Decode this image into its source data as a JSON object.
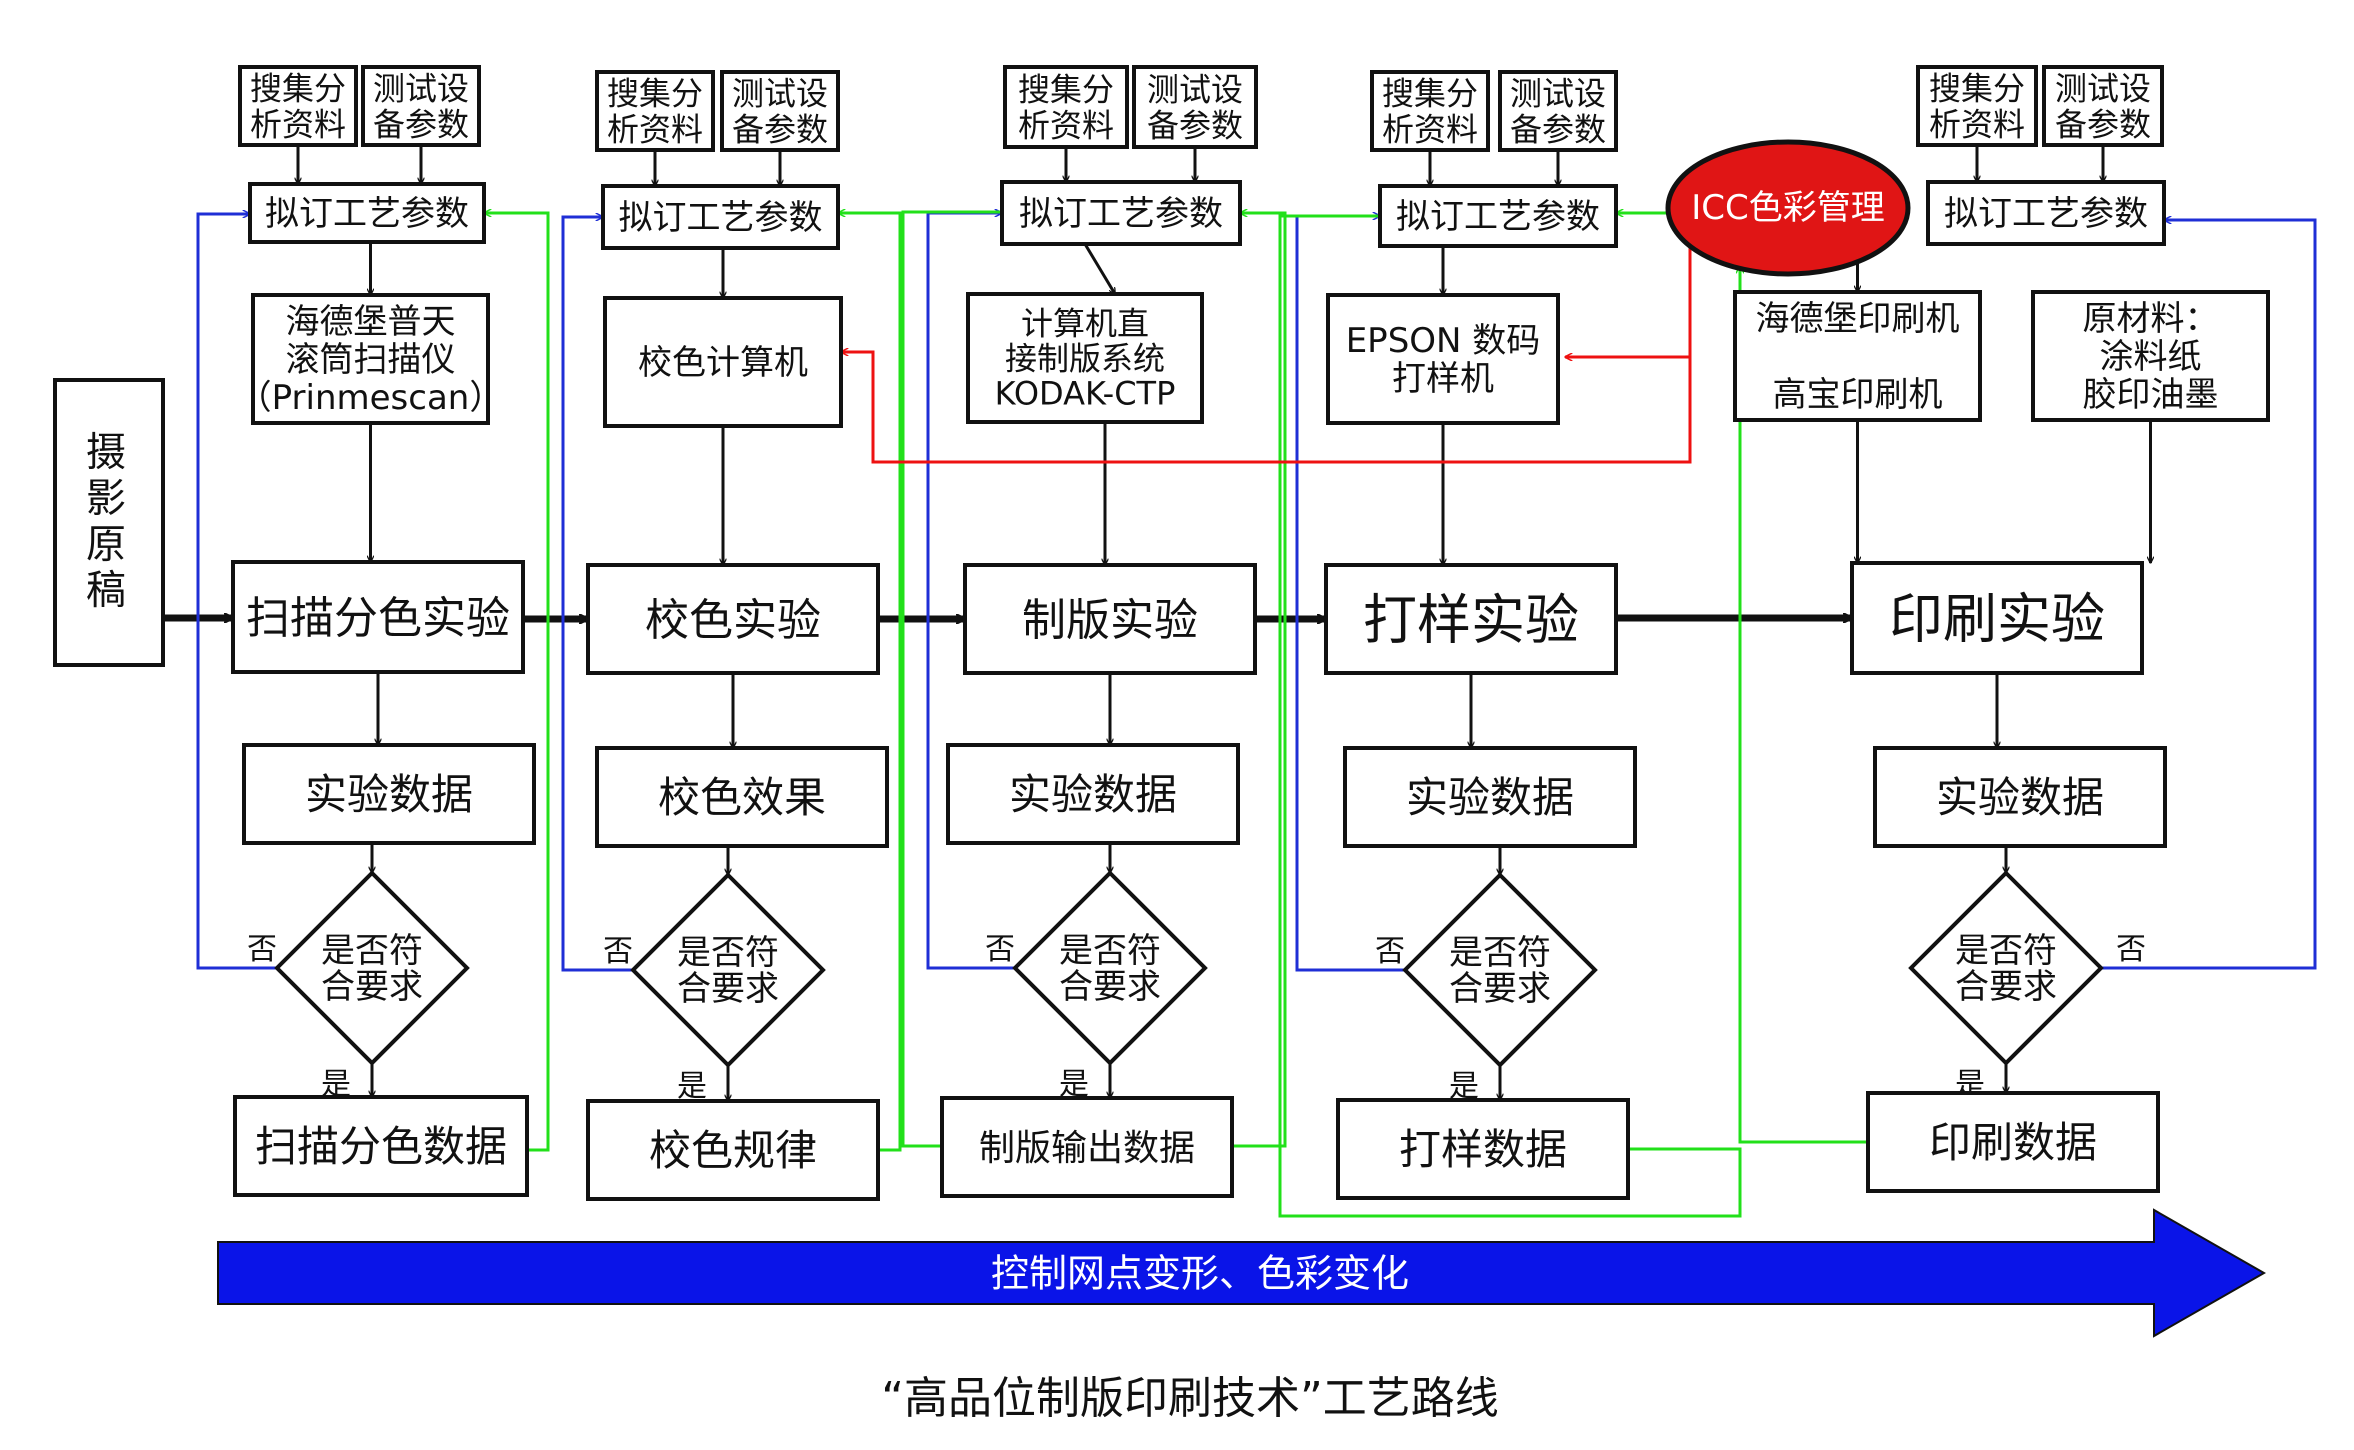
{
  "source": "摄影原稿",
  "stages": [
    {
      "id": "scan",
      "input_a": "搜集分\n析资料",
      "input_b": "测试设\n备参数",
      "params": "拟订工艺参数",
      "device": "海德堡普天\n滚筒扫描仪\n（Prinmescan）",
      "stage": "扫描分色实验",
      "result": "实验数据",
      "decision": "是否符\n合要求",
      "no": "否",
      "yes": "是",
      "output": "扫描分色数据"
    },
    {
      "id": "proof",
      "input_a": "搜集分\n析资料",
      "input_b": "测试设\n备参数",
      "params": "拟订工艺参数",
      "device": "校色计算机",
      "stage": "校色实验",
      "result": "校色效果",
      "decision": "是否符\n合要求",
      "no": "否",
      "yes": "是",
      "output": "校色规律"
    },
    {
      "id": "plate",
      "input_a": "搜集分\n析资料",
      "input_b": "测试设\n备参数",
      "params": "拟订工艺参数",
      "device": "计算机直\n接制版系统\nKODAK-CTP",
      "stage": "制版实验",
      "result": "实验数据",
      "decision": "是否符\n合要求",
      "no": "否",
      "yes": "是",
      "output": "制版输出数据"
    },
    {
      "id": "sample",
      "input_a": "搜集分\n析资料",
      "input_b": "测试设\n备参数",
      "params": "拟订工艺参数",
      "device": "EPSON 数码\n打样机",
      "stage": "打样实验",
      "result": "实验数据",
      "decision": "是否符\n合要求",
      "no": "否",
      "yes": "是",
      "output": "打样数据"
    },
    {
      "id": "print",
      "input_a": "搜集分\n析资料",
      "input_b": "测试设\n备参数",
      "params": "拟订工艺参数",
      "device": "海德堡印刷机\n\n高宝印刷机",
      "device_b": "原材料：\n涂料纸\n胶印油墨",
      "stage": "印刷实验",
      "result": "实验数据",
      "decision": "是否符\n合要求",
      "no": "否",
      "yes": "是",
      "output": "印刷数据"
    }
  ],
  "icc": "ICC色彩管理",
  "banner": "控制网点变形、色彩变化",
  "caption": "“高品位制版印刷技术”工艺路线",
  "colors": {
    "loop_no": "#1f2fd6",
    "feed_yes": "#22e01a",
    "icc": "#ee1111",
    "banner": "#0a14e8",
    "icc_fill": "#e01515"
  }
}
